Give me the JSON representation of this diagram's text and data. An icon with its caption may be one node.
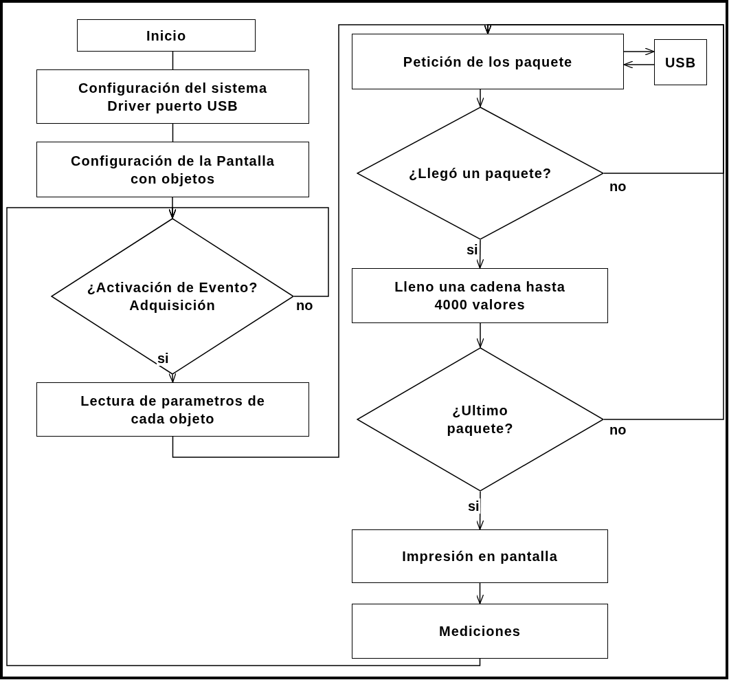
{
  "diagram": {
    "nodes": [
      {
        "text": [
          "Inicio"
        ]
      },
      {
        "text": [
          "Configuración del sistema",
          "Driver puerto USB"
        ]
      },
      {
        "text": [
          "Configuración de la Pantalla con objetos"
        ]
      },
      {
        "text": [
          "¿Activación de Evento?",
          "Adquisición"
        ]
      },
      {
        "text": [
          "Lectura de parametros de cada objeto"
        ]
      },
      {
        "text": [
          "Petición de los paquete"
        ]
      },
      {
        "text": [
          "USB"
        ]
      },
      {
        "text": [
          "¿Llegó un paquete?"
        ]
      },
      {
        "text": [
          "Lleno una cadena hasta 4000 valores"
        ]
      },
      {
        "text": [
          "¿Ultimo paquete?"
        ]
      },
      {
        "text": [
          "Impresión en pantalla"
        ]
      },
      {
        "text": [
          "Mediciones"
        ]
      }
    ],
    "edges": [
      {
        "from": 0,
        "to": 1,
        "arrow": "none"
      },
      {
        "from": 1,
        "to": 2,
        "arrow": "none"
      },
      {
        "from": 2,
        "to": 3,
        "arrow": "to"
      },
      {
        "from": 3,
        "to": 3,
        "arrow": "to",
        "label": "no"
      },
      {
        "from": 3,
        "to": 4,
        "arrow": "to",
        "label": "si"
      },
      {
        "from": 4,
        "to": 5,
        "arrow": "to"
      },
      {
        "from": 5,
        "to": 6,
        "arrow": "to"
      },
      {
        "from": 6,
        "to": 5,
        "arrow": "to"
      },
      {
        "from": 5,
        "to": 7,
        "arrow": "to"
      },
      {
        "from": 7,
        "to": 5,
        "arrow": "to",
        "label": "no"
      },
      {
        "from": 7,
        "to": 8,
        "arrow": "to",
        "label": "si"
      },
      {
        "from": 8,
        "to": 9,
        "arrow": "to"
      },
      {
        "from": 9,
        "to": 5,
        "arrow": "to",
        "label": "no"
      },
      {
        "from": 9,
        "to": 10,
        "arrow": "to",
        "label": "si"
      },
      {
        "from": 10,
        "to": 11,
        "arrow": "to"
      },
      {
        "from": 11,
        "to": 3,
        "arrow": "to"
      }
    ]
  }
}
